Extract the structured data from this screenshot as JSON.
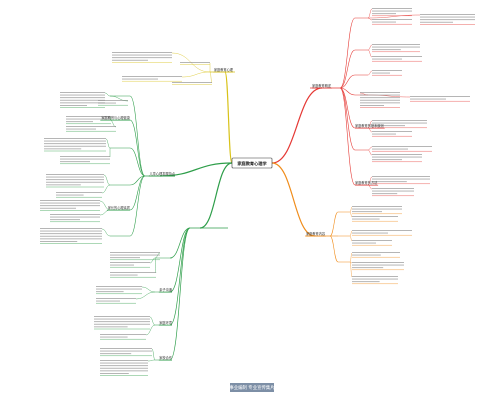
{
  "center": {
    "label": "家庭教育心理学"
  },
  "watermark": {
    "label": "事业编制 专业宣传集片"
  },
  "colors": {
    "red": "#e53935",
    "orange": "#f08c1a",
    "yellow": "#d8c218",
    "green": "#2e9e4a",
    "watermark_bg": "#7d8fa6",
    "center_border": "#333333"
  },
  "branches": [
    {
      "label": "家庭教育概述",
      "color": "red"
    },
    {
      "label": "家庭教育的基本原则",
      "color": "red"
    },
    {
      "label": "家庭教育的方法",
      "color": "red"
    },
    {
      "label": "家庭教育内容",
      "color": "orange"
    },
    {
      "label": "家庭教育心理",
      "color": "yellow"
    },
    {
      "label": "儿童心理发展特点",
      "color": "green"
    },
    {
      "label": "家庭教育与心理健康",
      "color": "green"
    },
    {
      "label": "家长的心理素质",
      "color": "green"
    },
    {
      "label": "亲子沟通",
      "color": "green"
    },
    {
      "label": "家庭环境",
      "color": "green"
    },
    {
      "label": "家校合作",
      "color": "green"
    }
  ]
}
